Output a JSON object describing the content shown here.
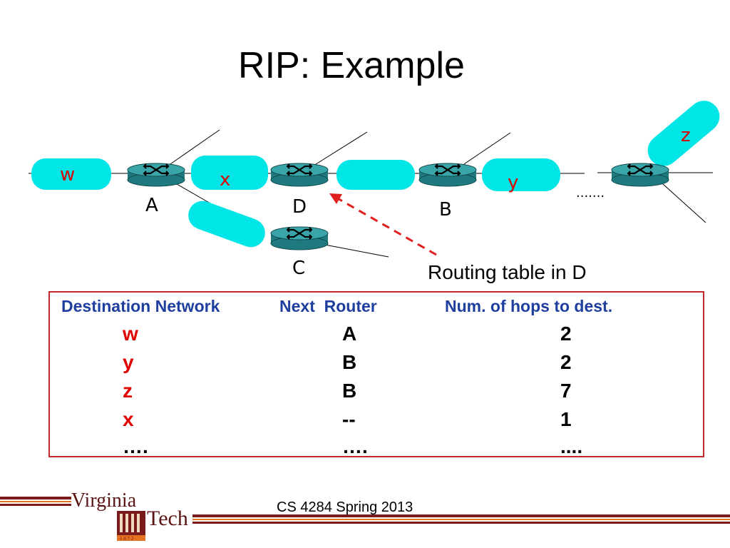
{
  "slide": {
    "title": "RIP: Example",
    "caption": "Routing table in D",
    "footer": "CS 4284 Spring 2013"
  },
  "diagram": {
    "networks": {
      "w": "w",
      "x": "x",
      "y": "y",
      "z": "z"
    },
    "routers": {
      "A": "A",
      "D": "D",
      "B": "B",
      "C": "C"
    },
    "ellipsis": "......."
  },
  "routing_table": {
    "headers": [
      "Destination Network",
      "Next  Router",
      "Num. of hops to dest."
    ],
    "rows": [
      {
        "dest": "w",
        "next": "A",
        "hops": "2"
      },
      {
        "dest": "y",
        "next": "B",
        "hops": "2"
      },
      {
        "dest": "z",
        "next": "B",
        "hops": "7"
      },
      {
        "dest": "x",
        "next": "--",
        "hops": "1"
      },
      {
        "dest": "….",
        "next": "….",
        "hops": "...."
      }
    ]
  },
  "logo": {
    "line1": "Virginia",
    "line2": "Tech",
    "year": "1 8 7 2"
  },
  "colors": {
    "network": "#00e5e5",
    "router_top": "#3aa5a8",
    "router_side": "#1f7a80",
    "network_label": "#e00000",
    "header_text": "#1f3f9f",
    "table_border": "#c0282d",
    "arrow": "#e02020",
    "maroon": "#7a1a1a",
    "orange": "#e37222"
  }
}
